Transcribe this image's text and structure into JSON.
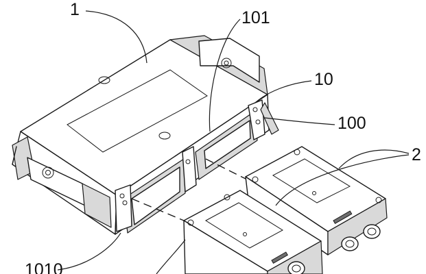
{
  "labels": {
    "main_housing": "1",
    "part_101": "101",
    "part_10": "10",
    "part_100": "100",
    "module": "2",
    "part_1010": "1010"
  }
}
